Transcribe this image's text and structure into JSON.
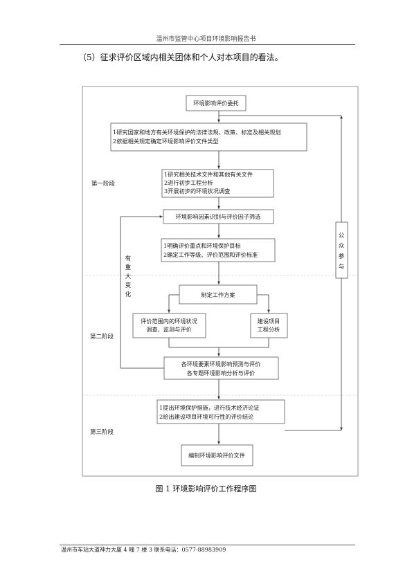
{
  "header": {
    "title": "温州市监管中心项目环境影响报告书"
  },
  "heading": "（5）征求评价区域内相关团体和个人对本项目的看法。",
  "flowchart": {
    "boxes": {
      "b1": [
        "环境影响评价委托"
      ],
      "b2": [
        "1研究国家和地方有关环境保护的法律法规、政策、标准及相关规划",
        "2依据相关规定确定环境影响评价文件类型"
      ],
      "b3": [
        "1研究相关技术文件和其他有关文件",
        "2进行初步工程分析",
        "3开展初步的环境状况调查"
      ],
      "b4": [
        "环境影响因素识别与评价因子筛选"
      ],
      "b5": [
        "1明确评价重点和环境保护目标",
        "2确定工作等级、评价范围和评价标准"
      ],
      "b6": [
        "制定工作方案"
      ],
      "b7": [
        "评价范围内的环境状况",
        "调查、监测与评价"
      ],
      "b8": [
        "建设项目",
        "工程分析"
      ],
      "b9": [
        "各环境要素环境影响预测与评价",
        "各专题环境影响分析与评价"
      ],
      "b10": [
        "1提出环境保护措施，进行技术经济论证",
        "2给出建设项目环境可行性的评价结论"
      ],
      "b11": [
        "编制环境影响评价文件"
      ]
    },
    "stages": [
      "第一阶段",
      "第二阶段",
      "第三阶段"
    ],
    "major_change": [
      "有",
      "重",
      "大",
      "变",
      "化"
    ],
    "public": [
      "公",
      "众",
      "参",
      "与"
    ]
  },
  "caption": "图 1  环境影响评价工作程序图",
  "footer": "温州市车站大道神力大厦 4 幢 7 楼 3 联系电话：0577-88983909"
}
